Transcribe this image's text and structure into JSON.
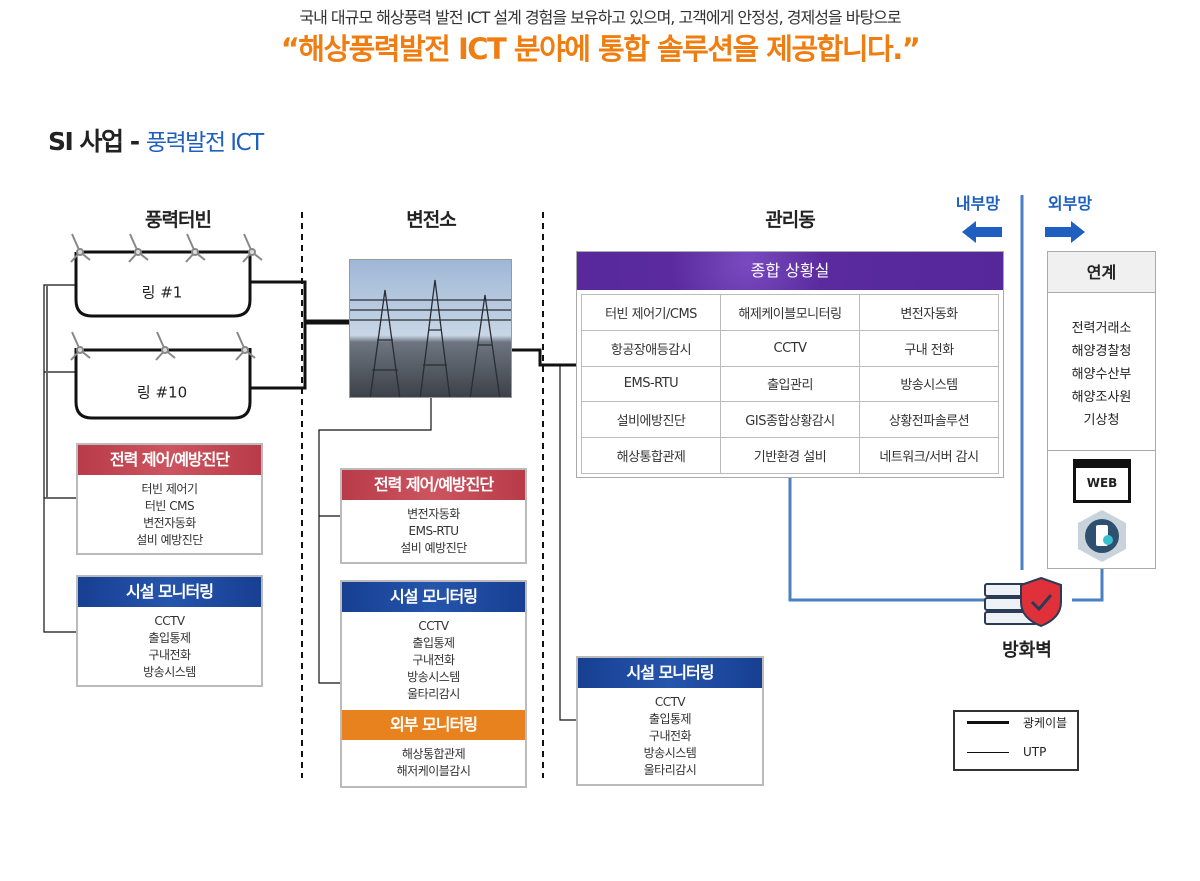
{
  "intro": "국내 대규모 해상풍력 발전 ICT 설계 경험을 보유하고 있으며, 고객에게 안정성, 경제성을 바탕으로",
  "slogan": "“해상풍력발전 ICT 분야에 통합 솔루션을 제공합니다.”",
  "section": {
    "title": "SI 사업",
    "dash": "-",
    "subtitle": "풍력발전 ICT"
  },
  "columns": {
    "turbine": "풍력터빈",
    "substation": "변전소",
    "management": "관리동",
    "internal": "내부망",
    "external": "외부망"
  },
  "rings": [
    "링 #1",
    "링 #10"
  ],
  "turbine_boxes": [
    {
      "title": "전력 제어/예방진단",
      "items": [
        "터빈 제어기",
        "터빈 CMS",
        "변전자동화",
        "설비 예방진단"
      ]
    },
    {
      "title": "시설 모니터링",
      "items": [
        "CCTV",
        "출입통제",
        "구내전화",
        "방송시스템"
      ]
    }
  ],
  "substation_boxes": [
    {
      "title": "전력 제어/예방진단",
      "items": [
        "변전자동화",
        "EMS-RTU",
        "설비 예방진단"
      ]
    },
    {
      "title": "시설 모니터링",
      "items": [
        "CCTV",
        "출입통제",
        "구내전화",
        "방송시스템",
        "울타리감시"
      ]
    },
    {
      "title": "외부 모니터링",
      "items": [
        "해상통합관제",
        "해저케이블감시"
      ]
    }
  ],
  "ops": {
    "title": "종합 상황실",
    "rows": [
      [
        "터빈 제어기/CMS",
        "해제케이블모니터링",
        "변전자동화"
      ],
      [
        "항공장애등감시",
        "CCTV",
        "구내 전화"
      ],
      [
        "EMS-RTU",
        "출입관리",
        "방송시스템"
      ],
      [
        "설비에방진단",
        "GIS종합상황감시",
        "상황전파솔루션"
      ],
      [
        "해상통합관제",
        "기반환경 설비",
        "네트워크/서버 감시"
      ]
    ]
  },
  "mgmt_box": {
    "title": "시설 모니터링",
    "items": [
      "CCTV",
      "출입통제",
      "구내전화",
      "방송시스템",
      "울타리감시"
    ]
  },
  "link": {
    "title": "연계",
    "items": [
      "전력거래소",
      "해양경찰청",
      "해양수산부",
      "해양조사원",
      "기상청"
    ],
    "web": "WEB"
  },
  "firewall": "방화벽",
  "legend": {
    "fiber": "광케이블",
    "utp": "UTP"
  },
  "colors": {
    "orange": "#f07d10",
    "blue": "#1f5fbf",
    "red": "#c0434f",
    "navy": "#1a4a9e",
    "purple": "#5a2a9e"
  }
}
